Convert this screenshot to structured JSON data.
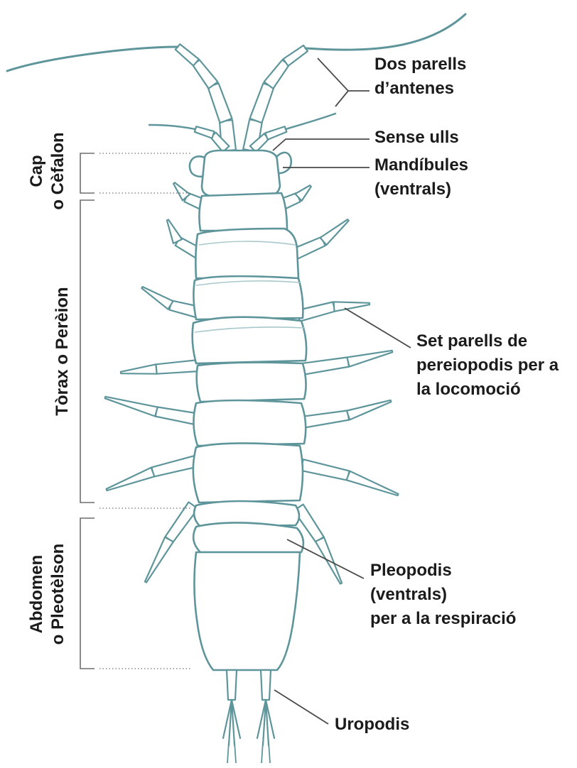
{
  "colors": {
    "outline": "#5e959b",
    "body_fill": "#ffffff",
    "leader": "#4a4a4a",
    "bracket": "#6e6e6e",
    "text": "#1b1b1b"
  },
  "labels": {
    "antennae": "Dos parells\nd’antenes",
    "no_eyes": "Sense ulls",
    "mandibles": "Mandíbules\n(ventrals)",
    "pereiopods": "Set parells de\npereiopodis per a\nla locomoció",
    "pleopods": "Pleopodis\n(ventrals)\nper a la respiració",
    "uropods": "Uropodis"
  },
  "regions": {
    "head": "Cap\no Cèfalon",
    "thorax": "Tòrax o Perèion",
    "abdomen": "Abdomen\no Pleotèlson"
  }
}
